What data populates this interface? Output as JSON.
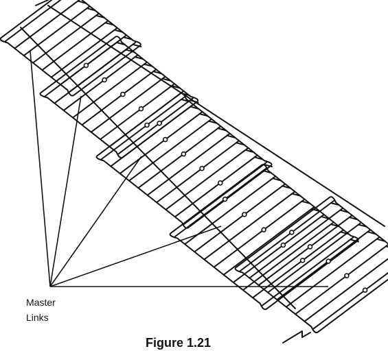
{
  "labels": {
    "master": "Master",
    "links": "Links",
    "figure_caption": "Figure 1.21"
  },
  "colors": {
    "ink": "#111111",
    "background": "#ffffff"
  }
}
